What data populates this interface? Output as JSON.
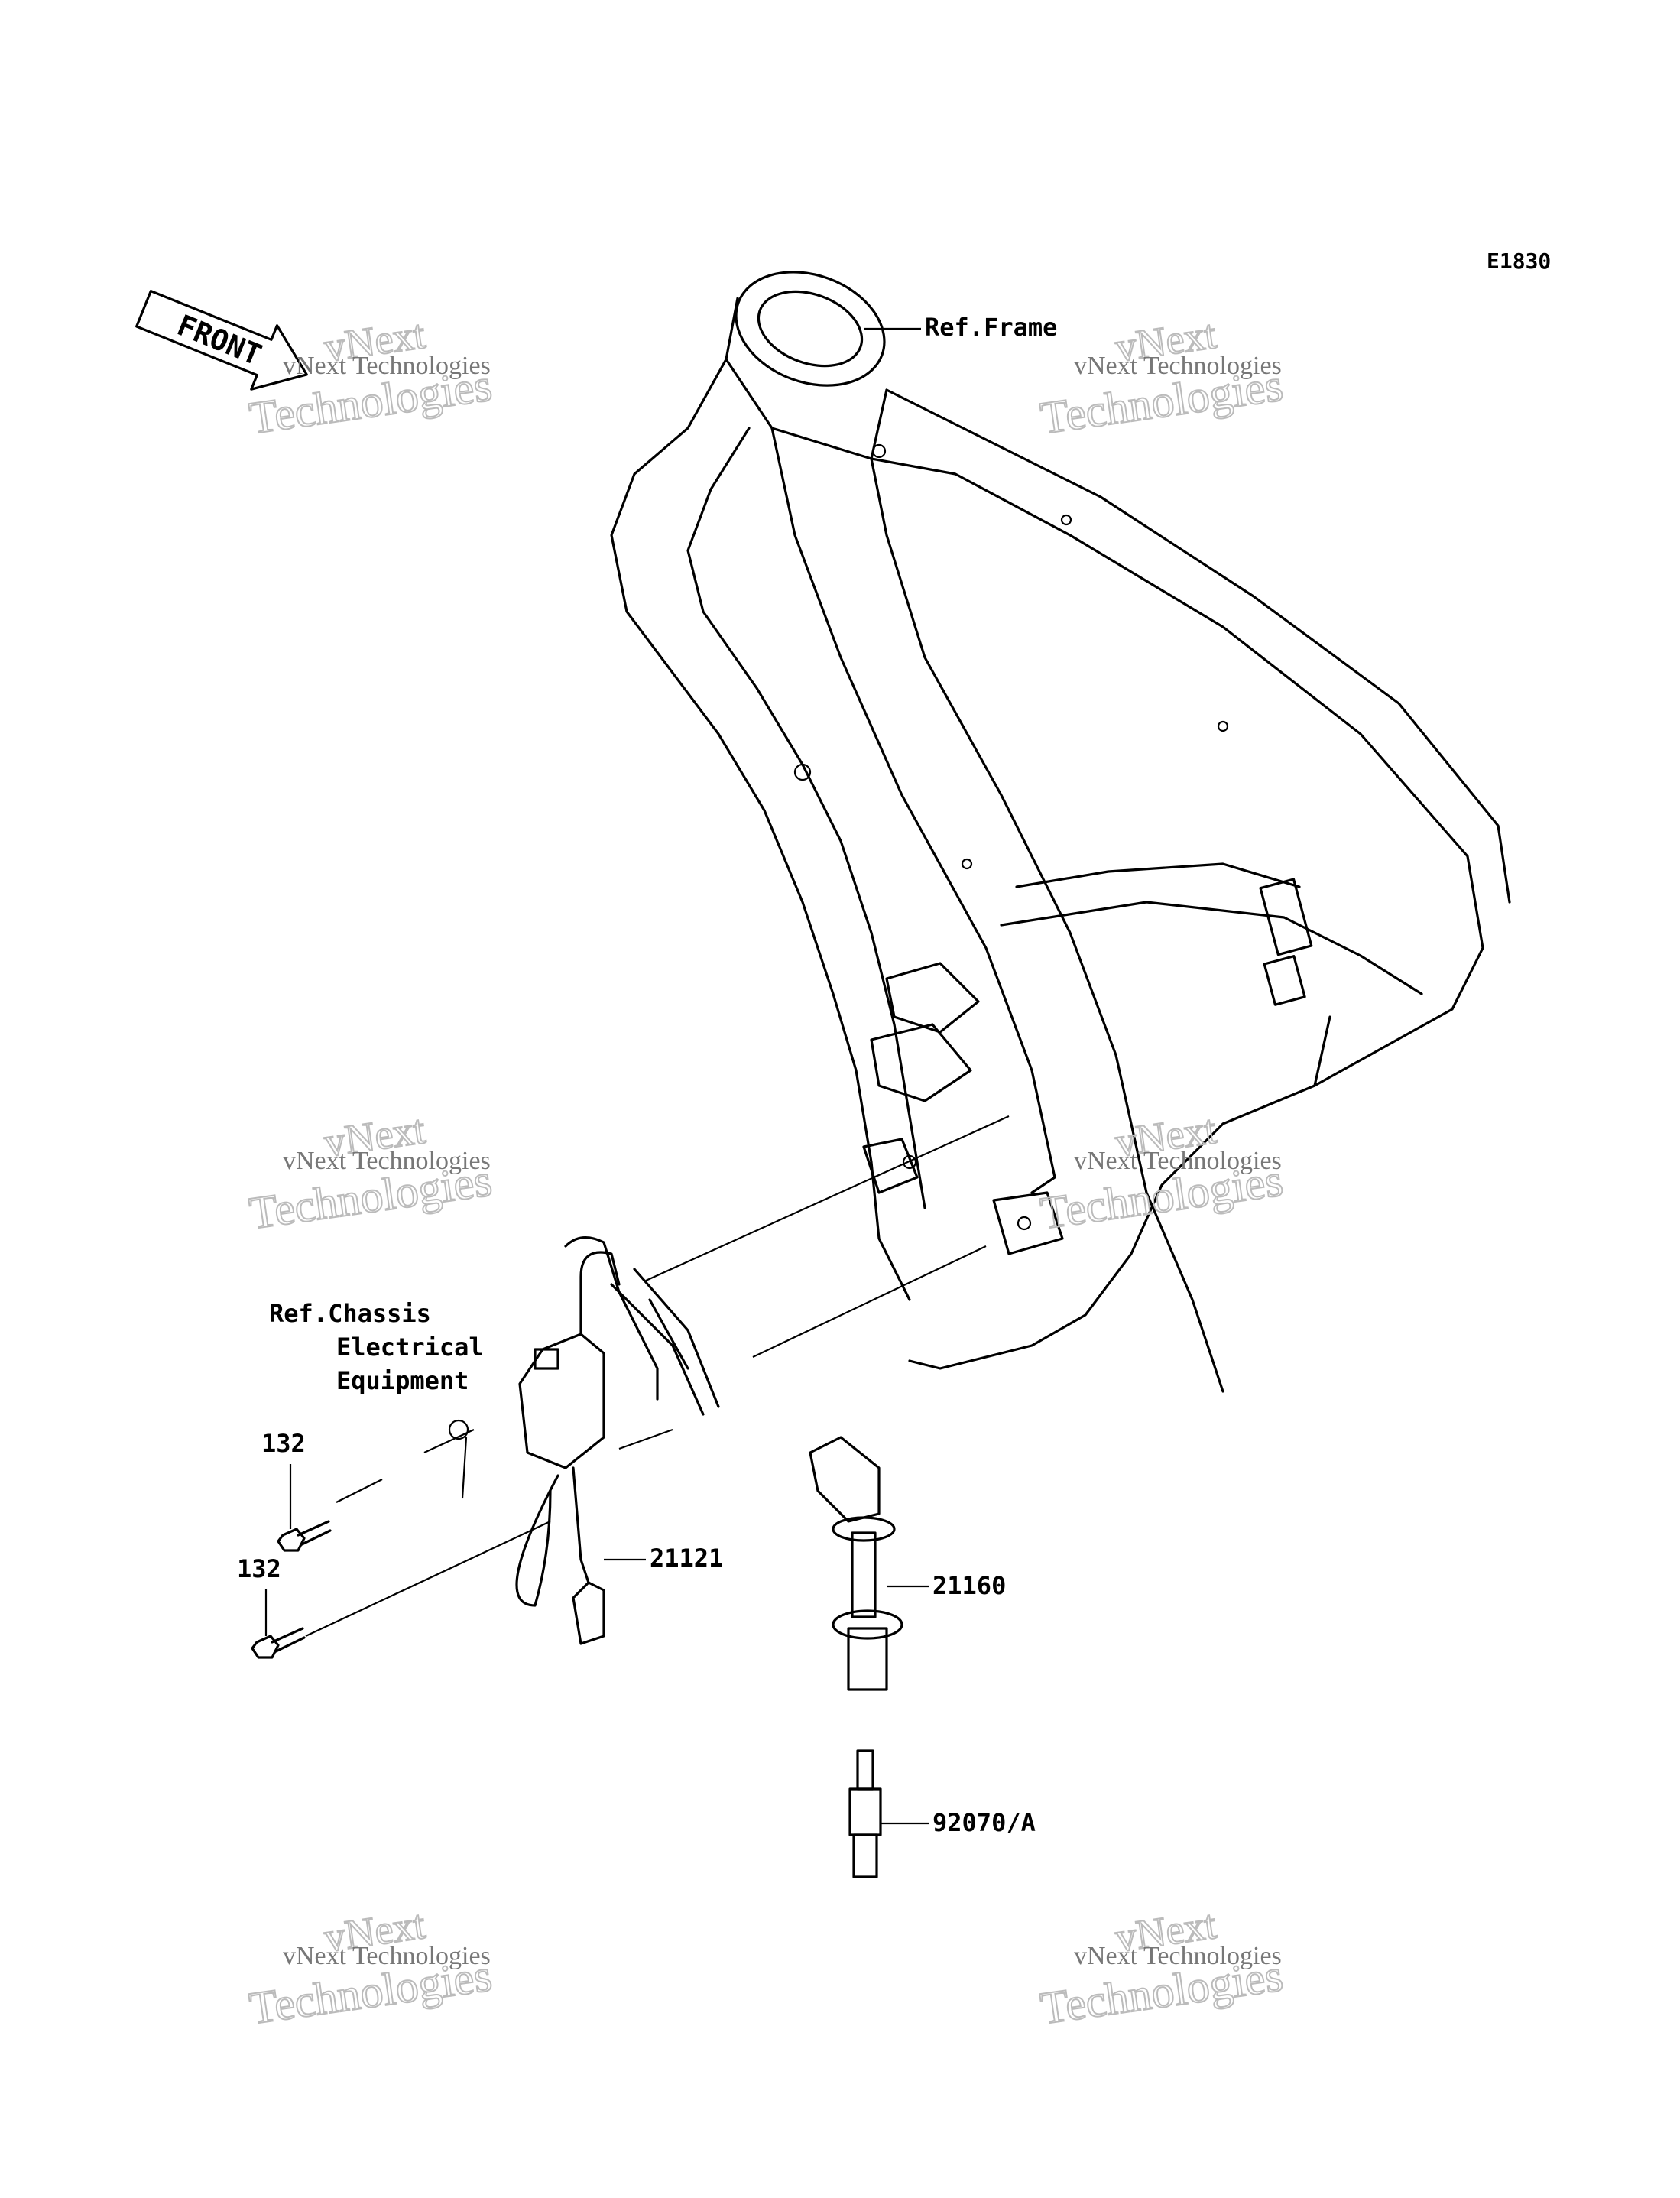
{
  "diagram_code": "E1830",
  "front_marker": "FRONT",
  "callouts": {
    "frame": "Ref.Frame",
    "chassis_line1": "Ref.Chassis",
    "chassis_line2": "Electrical",
    "chassis_line3": "Equipment",
    "bolt_upper": "132",
    "bolt_lower": "132",
    "coil": "21121",
    "cap": "21160",
    "spark_plug": "92070/A"
  },
  "watermark": {
    "line1": "vNext",
    "line2": "Technologies",
    "caption": "vNext Technologies"
  }
}
